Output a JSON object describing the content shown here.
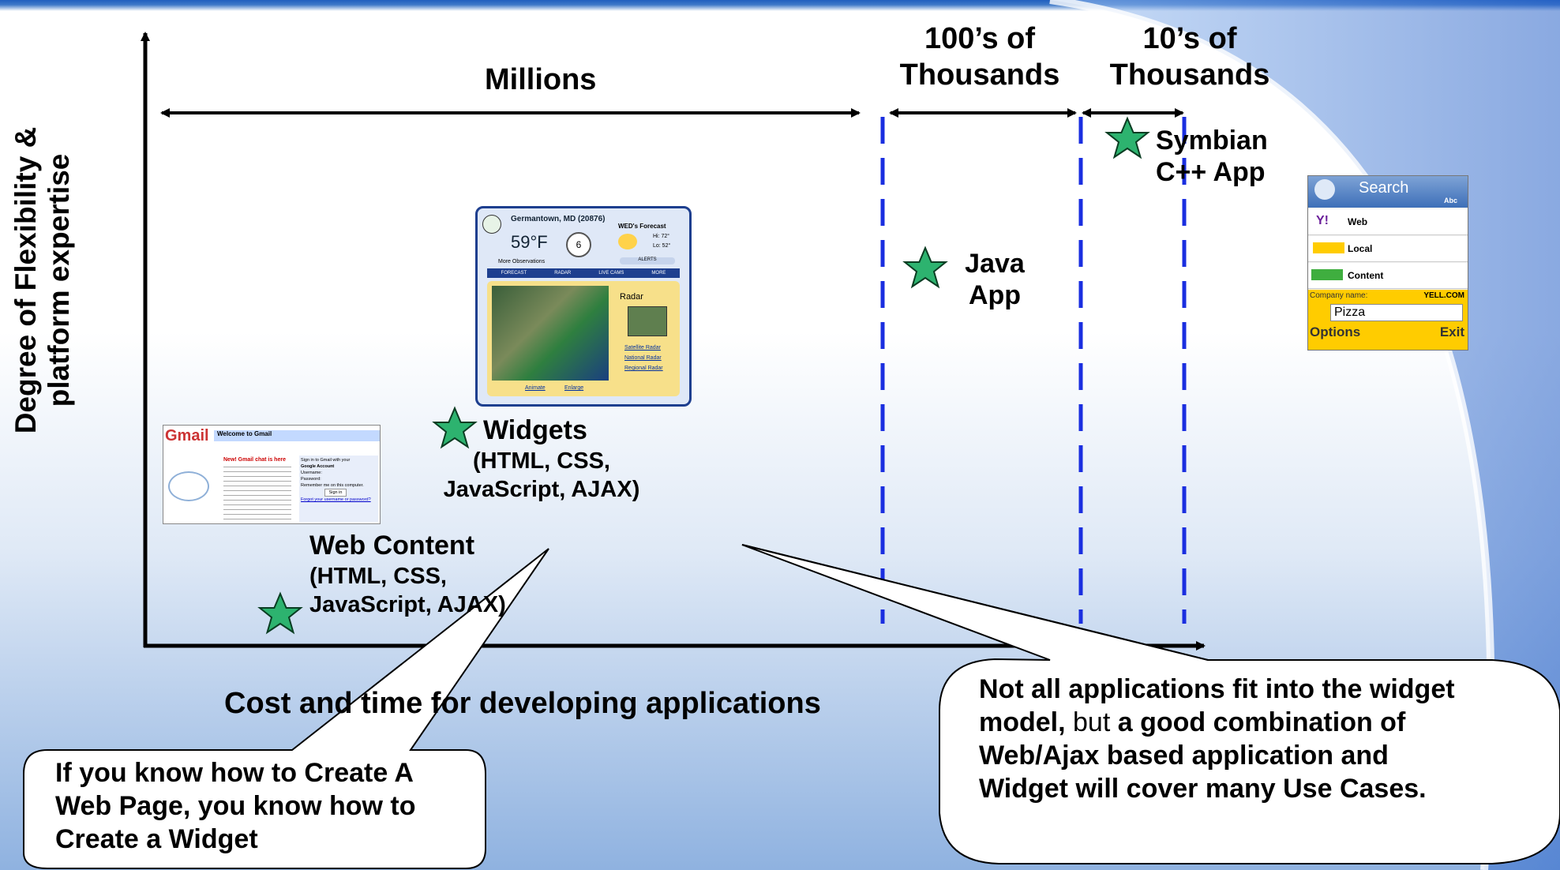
{
  "y_axis_label_line1": "Degree of Flexibility &",
  "y_axis_label_line2": "platform expertise",
  "x_axis_label": "Cost and time for developing applications",
  "segments": {
    "millions": "Millions",
    "hundreds_line1": "100’s of",
    "hundreds_line2": "Thousands",
    "tens_line1": "10’s of",
    "tens_line2": "Thousands"
  },
  "items": {
    "web_content_title": "Web Content",
    "web_content_line1": "(HTML, CSS,",
    "web_content_line2": "JavaScript, AJAX)",
    "widgets_title": "Widgets",
    "widgets_line1": "(HTML, CSS,",
    "widgets_line2": "JavaScript, AJAX)",
    "java_line1": "Java",
    "java_line2": "App",
    "symbian_line1": "Symbian",
    "symbian_line2": "C++ App"
  },
  "callout_left": {
    "line1": "If you know how to Create A",
    "line2": "Web Page, you know how to",
    "line3": "Create a Widget"
  },
  "callout_right": {
    "part1": "Not all applications fit into the widget",
    "part2": "model,",
    "part3": " but ",
    "part4": "a good combination of",
    "part5": "Web/Ajax based application and",
    "part6": "Widget will cover many Use Cases."
  },
  "gmail_thumb": {
    "logo": "Gmail",
    "header": "Welcome to Gmail",
    "promo_title": "New! Gmail chat is here",
    "signin_title": "Sign in to Gmail with your",
    "account": "Google Account",
    "username": "Username:",
    "password": "Password:",
    "remember": "Remember me on this computer.",
    "signin_btn": "Sign in",
    "forgot": "Forgot your username or password?"
  },
  "weather_thumb": {
    "location": "Germantown, MD (20876)",
    "temp": "59°F",
    "wind": "6",
    "forecast": "WED's Forecast",
    "hi": "Hi: 72°",
    "lo": "Lo: 52°",
    "more_obs": "More Observations",
    "alerts": "ALERTS",
    "tabs": [
      "FORECAST",
      "RADAR",
      "LIVE CAMS",
      "MORE"
    ],
    "radar": "Radar",
    "links": [
      "Satellite Radar",
      "National Radar",
      "Regional Radar"
    ],
    "animate": "Animate",
    "enlarge": "Enlarge"
  },
  "phone_thumb": {
    "search": "Search",
    "abc": "Abc",
    "rows": [
      "Web",
      "Local",
      "Content"
    ],
    "company_label": "Company name:",
    "brand": "YELL.COM",
    "query": "Pizza",
    "options": "Options",
    "exit": "Exit"
  },
  "colors": {
    "star_fill": "#2db36f",
    "dashed_line": "#1a2ee0",
    "frame_blue": "#2f6fd1"
  }
}
